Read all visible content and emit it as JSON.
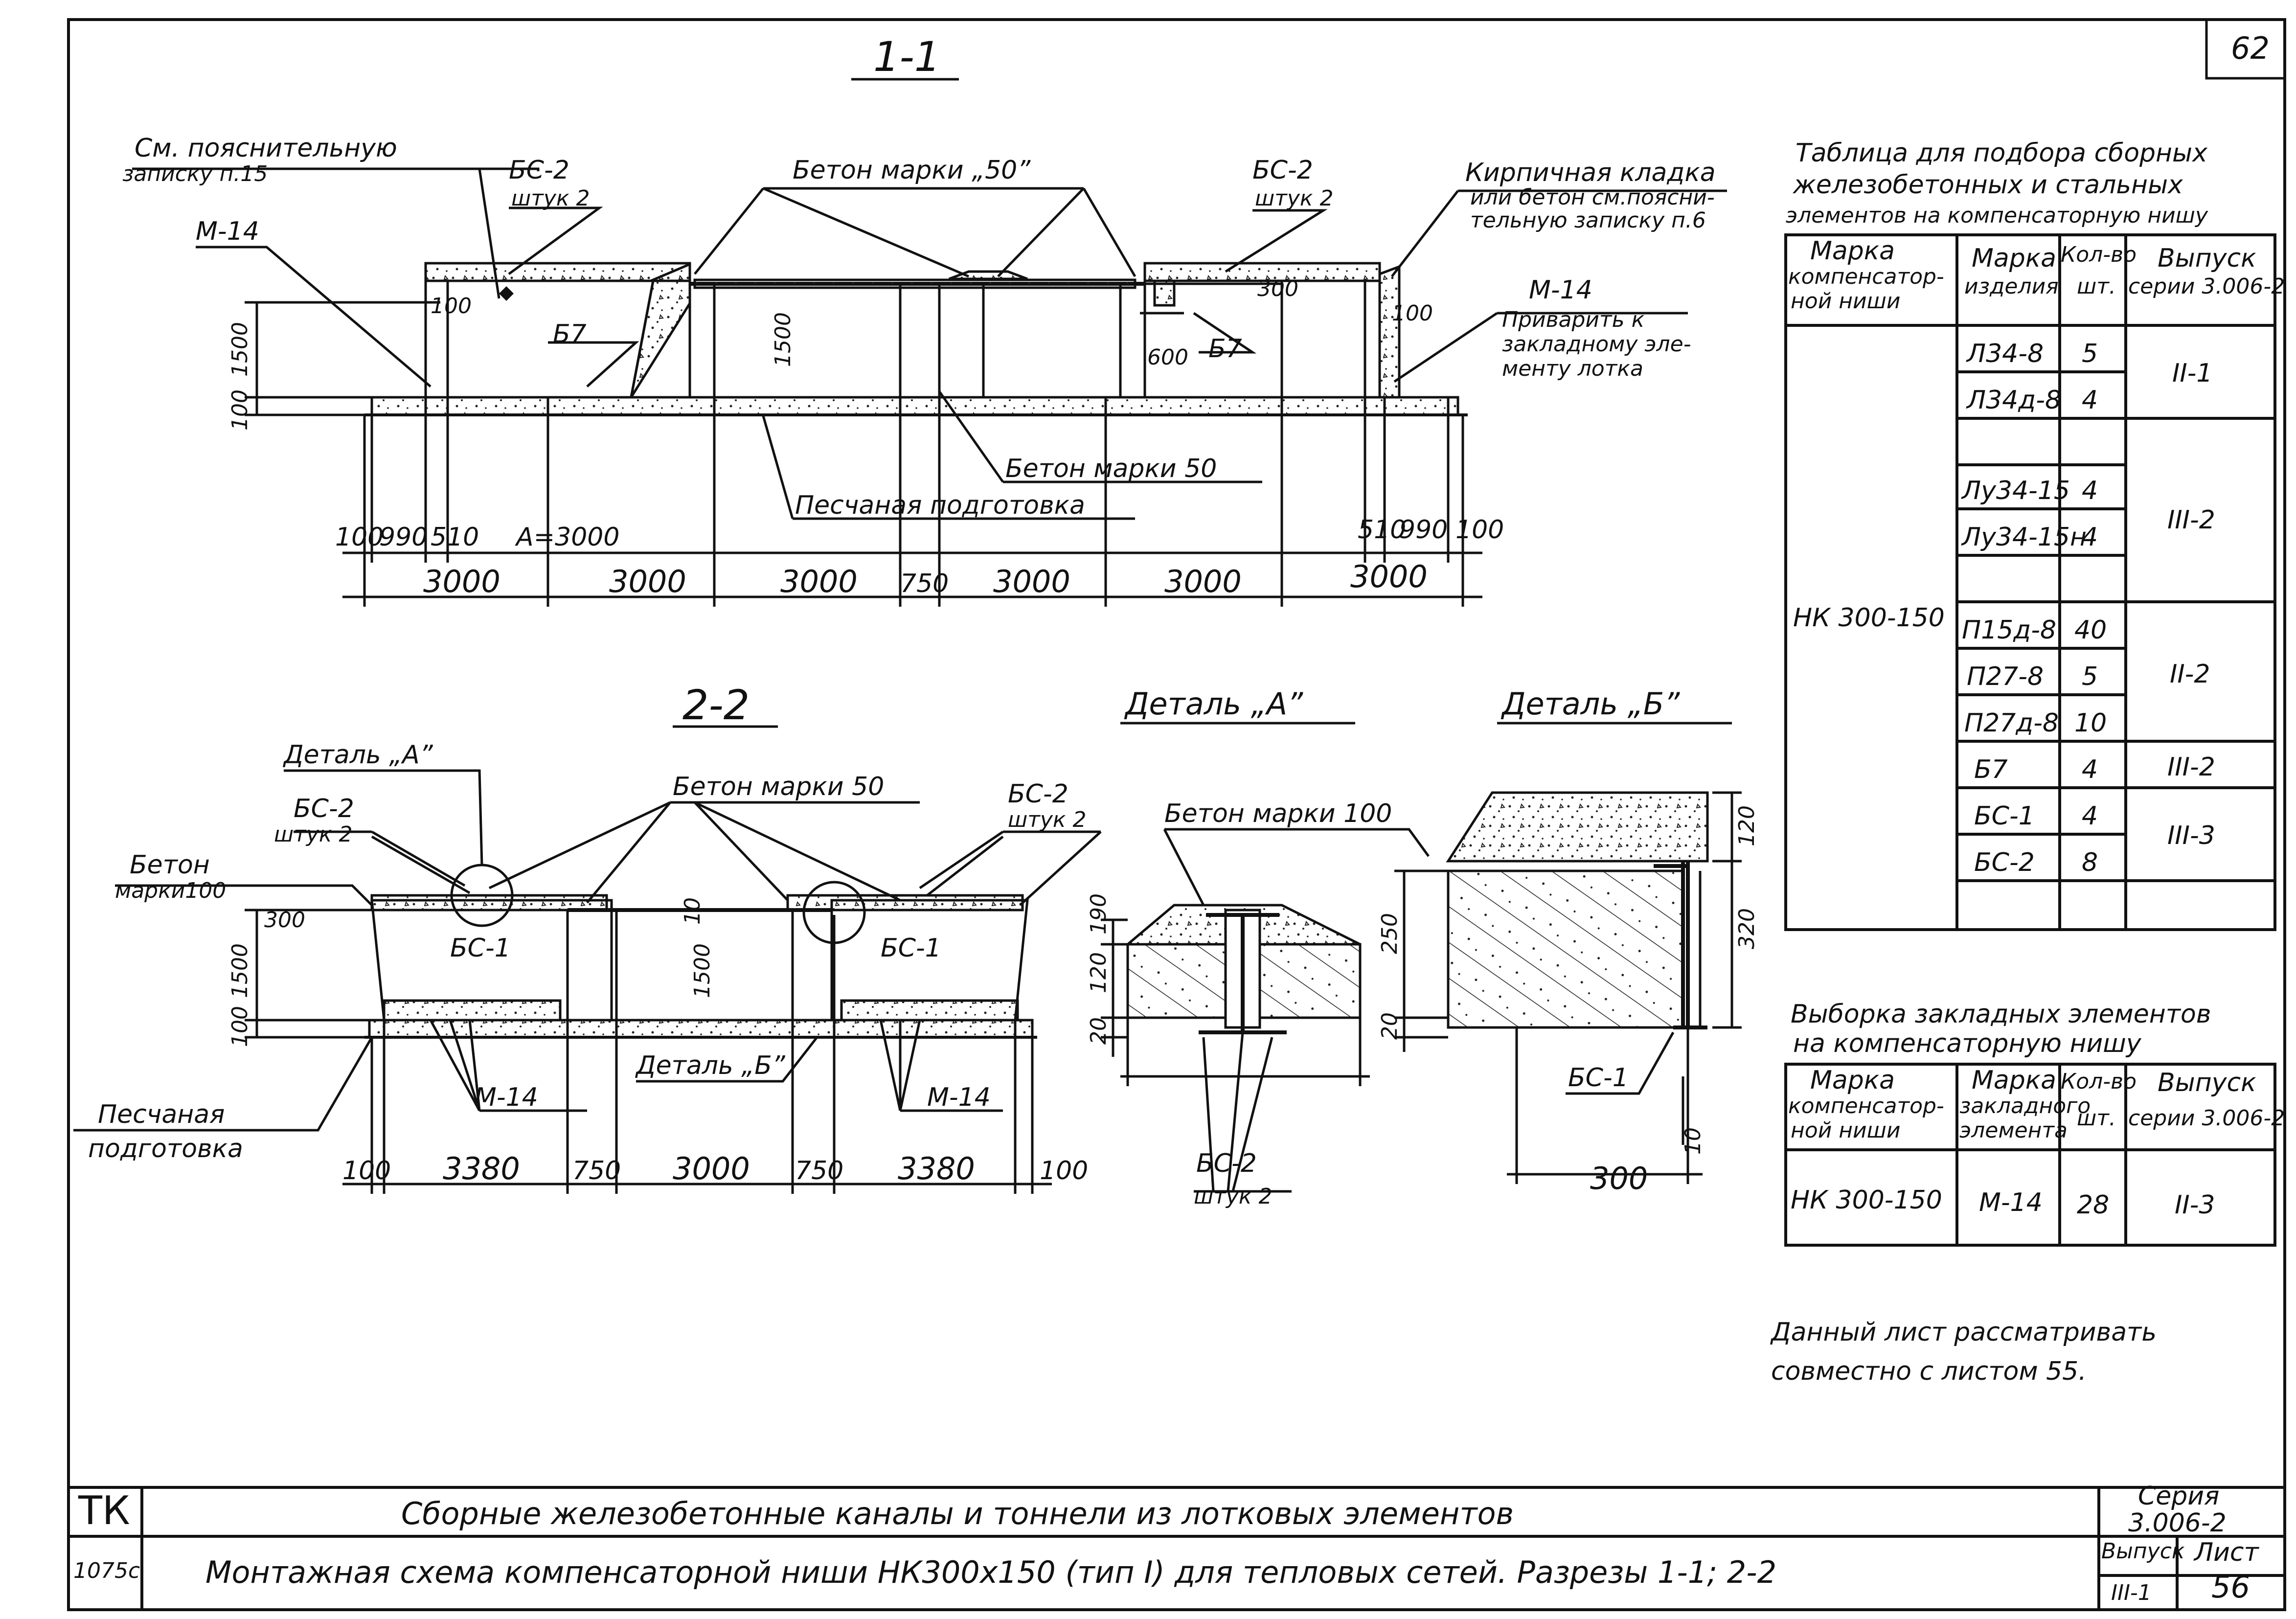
{
  "page_number": "62",
  "section_1": {
    "title": "1-1",
    "labels": {
      "see_note": "См. пояснительную",
      "see_note2": "записку п.15",
      "m14_left": "М-14",
      "bs2_left": "БС-2",
      "bs2_left_qty": "штук 2",
      "concrete50_top": "Бетон марки „50”",
      "bs2_right": "БС-2",
      "bs2_right_qty": "штук 2",
      "brick1": "Кирпичная кладка",
      "brick2": "или бетон см.поясни-",
      "brick3": "тельную записку п.6",
      "b7_left": "Б7",
      "b7_right": "Б7",
      "m14_right": "М-14",
      "weld1": "Приварить к",
      "weld2": "закладному эле-",
      "weld3": "менту лотка",
      "concrete50_mid": "Бетон марки 50",
      "sand_prep": "Песчаная подготовка",
      "dim_100_l": "100",
      "dim_300": "300",
      "dim_600": "600",
      "dim_1500_l": "1500",
      "dim_1500_mid": "1500",
      "dim_100_v": "100",
      "dim_100_r": "100"
    },
    "dims_row1": [
      "100",
      "990",
      "510",
      "A=3000",
      "510",
      "990",
      "100"
    ],
    "dims_row2": [
      "3000",
      "3000",
      "3000",
      "750",
      "3000",
      "3000",
      "3000"
    ]
  },
  "section_2": {
    "title": "2-2",
    "labels": {
      "detail_a": "Деталь „А”",
      "bs2_left": "БС-2",
      "bs2_left_qty": "штук 2",
      "concrete50": "Бетон марки 50",
      "bs2_right": "БС-2",
      "bs2_right_qty": "штук 2",
      "concrete1": "Бетон",
      "concrete2": "марки100",
      "dim_300": "300",
      "bs1_left": "БС-1",
      "bs1_right": "БС-1",
      "dim_1500_l": "1500",
      "dim_1500_mid": "1500",
      "dim_100": "100",
      "m14_left": "М-14",
      "m14_right": "М-14",
      "detail_b": "Деталь „Б”",
      "sand1": "Песчаная",
      "sand2": "подготовка",
      "dim_10": "10"
    },
    "dims": [
      "100",
      "3380",
      "750",
      "3000",
      "750",
      "3380",
      "100"
    ]
  },
  "detail_a": {
    "title": "Деталь „А”",
    "concrete": "Бетон марки 100",
    "d190": "190",
    "d120": "120",
    "d20": "20",
    "bs2": "БС-2",
    "bs2_qty": "штук 2"
  },
  "detail_b": {
    "title": "Деталь „Б”",
    "d120": "120",
    "d250": "250",
    "d320": "320",
    "d20": "20",
    "bs1": "БС-1",
    "d10": "10",
    "d300": "300"
  },
  "table1": {
    "title1": "Таблица для подбора сборных",
    "title2": "железобетонных и стальных",
    "title3": "элементов на компенсаторную нишу",
    "headers": {
      "c1a": "Марка",
      "c1b": "компенсатор-",
      "c1c": "ной ниши",
      "c2a": "Марка",
      "c2b": "изделия",
      "c3a": "Кол-во",
      "c3b": "шт.",
      "c4a": "Выпуск",
      "c4b": "серии 3.006-2"
    },
    "niche": "НК 300-150",
    "rows": [
      {
        "item": "Л34-8",
        "qty": "5"
      },
      {
        "item": "Л34д-8",
        "qty": "4"
      },
      {
        "item": "",
        "qty": ""
      },
      {
        "item": "Лу34-15",
        "qty": "4"
      },
      {
        "item": "Лу34-15н",
        "qty": "4"
      },
      {
        "item": "",
        "qty": ""
      },
      {
        "item": "П15д-8",
        "qty": "40"
      },
      {
        "item": "П27-8",
        "qty": "5"
      },
      {
        "item": "П27д-8",
        "qty": "10"
      },
      {
        "item": "Б7",
        "qty": "4"
      },
      {
        "item": "БС-1",
        "qty": "4"
      },
      {
        "item": "БС-2",
        "qty": "8"
      },
      {
        "item": "",
        "qty": ""
      }
    ],
    "issues": [
      "II-1",
      "III-2",
      "II-2",
      "III-2",
      "III-3"
    ]
  },
  "table2": {
    "title1": "Выборка закладных элементов",
    "title2": "на компенсаторную нишу",
    "headers": {
      "c1a": "Марка",
      "c1b": "компенсатор-",
      "c1c": "ной ниши",
      "c2a": "Марка",
      "c2b": "закладного",
      "c2c": "элемента",
      "c3a": "Кол-во",
      "c3b": "шт.",
      "c4a": "Выпуск",
      "c4b": "серии 3.006-2"
    },
    "row": {
      "niche": "НК 300-150",
      "item": "М-14",
      "qty": "28",
      "issue": "II-3"
    }
  },
  "note": {
    "line1": "Данный лист рассматривать",
    "line2": "совместно с листом 55."
  },
  "title_block": {
    "tk": "ТК",
    "small": "1075с",
    "line1": "Сборные железобетонные каналы и тоннели из лотковых элементов",
    "line2": "Монтажная схема компенсаторной ниши НК300х150 (тип I) для тепловых сетей. Разрезы 1-1; 2-2",
    "series_label": "Серия",
    "series_value": "3.006-2",
    "issue_label": "Выпуск",
    "issue_value": "III-1",
    "sheet_label": "Лист",
    "sheet_value": "56"
  }
}
